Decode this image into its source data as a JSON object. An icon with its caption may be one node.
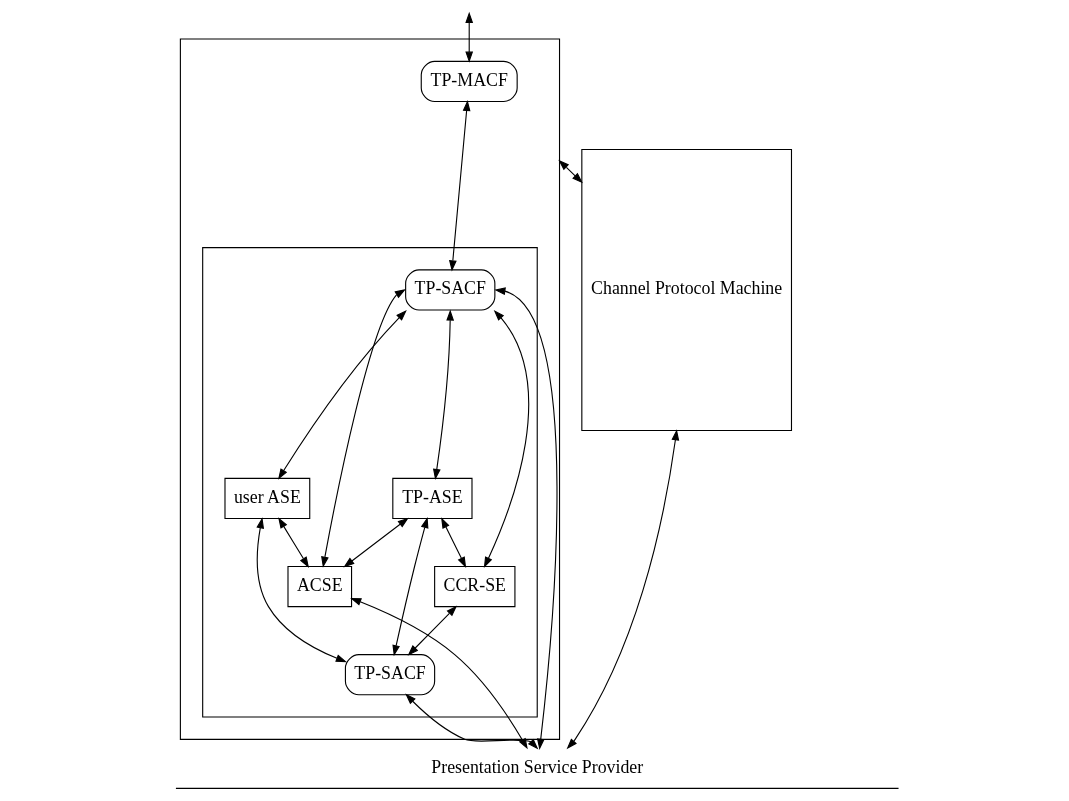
{
  "diagram": {
    "nodes": [
      {
        "text": [],
        "shape": "box"
      },
      {
        "text": [
          "TP-MACF"
        ],
        "in": 0
      },
      {
        "text": [],
        "shape": "box",
        "in": 0
      },
      {
        "text": [
          "TP-SACF"
        ],
        "in": 2
      },
      {
        "text": [
          "user ASE"
        ],
        "in": 2
      },
      {
        "text": [
          "TP-ASE"
        ],
        "in": 2
      },
      {
        "text": [
          "ACSE"
        ],
        "in": 2
      },
      {
        "text": [
          "CCR-SE"
        ],
        "in": 2
      },
      {
        "text": [
          "TP-SACF"
        ],
        "in": 2
      },
      {
        "text": [
          "Channel Protocol Machine"
        ]
      },
      {
        "text": [
          "Presentation Service Provider"
        ]
      }
    ],
    "edges": [
      {
        "from": null,
        "to": 1,
        "arrow": "both"
      },
      {
        "from": 1,
        "to": 3,
        "arrow": "both"
      },
      {
        "from": 3,
        "to": 6,
        "arrow": "both"
      },
      {
        "from": 3,
        "to": 4,
        "arrow": "both"
      },
      {
        "from": 3,
        "to": 5,
        "arrow": "both"
      },
      {
        "from": 3,
        "to": 7,
        "arrow": "both"
      },
      {
        "from": 3,
        "to": 10,
        "arrow": "both"
      },
      {
        "from": 4,
        "to": 6,
        "arrow": "both"
      },
      {
        "from": 5,
        "to": 6,
        "arrow": "both"
      },
      {
        "from": 4,
        "to": 8,
        "arrow": "both"
      },
      {
        "from": 5,
        "to": 8,
        "arrow": "both"
      },
      {
        "from": 5,
        "to": 7,
        "arrow": "both"
      },
      {
        "from": 7,
        "to": 8,
        "arrow": "both"
      },
      {
        "from": 6,
        "to": 10,
        "arrow": "both"
      },
      {
        "from": 8,
        "to": 10,
        "arrow": "both"
      },
      {
        "from": 0,
        "to": 9,
        "arrow": "both"
      },
      {
        "from": 9,
        "to": 10,
        "arrow": "both"
      }
    ]
  }
}
